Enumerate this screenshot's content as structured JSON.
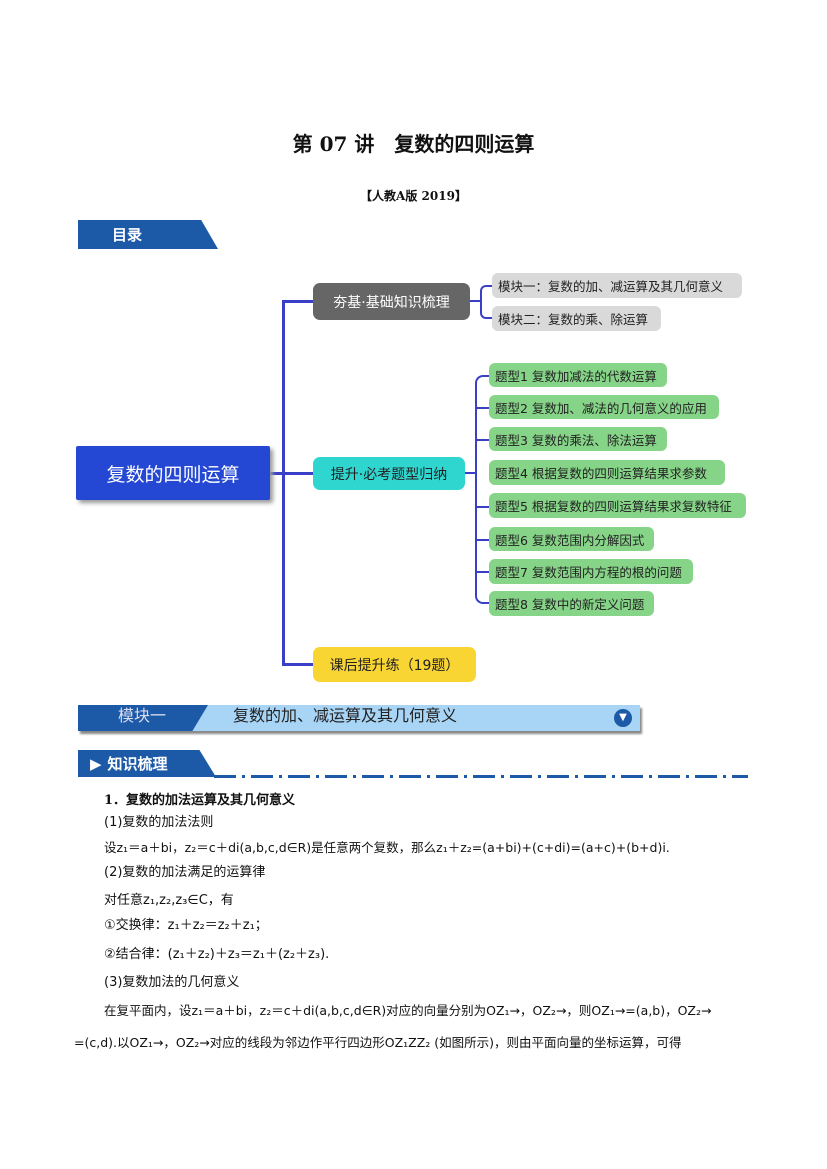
{
  "title": "第 07 讲　复数的四则运算",
  "edition": "【人教A版 2019】",
  "toc_label": "目录",
  "mindmap": {
    "root": "复数的四则运算",
    "branches": [
      {
        "label": "夯基·基础知识梳理",
        "children": [
          "模块一：复数的加、减运算及其几何意义",
          "模块二：复数的乘、除运算"
        ]
      },
      {
        "label": "提升·必考题型归纳",
        "children": [
          "题型1 复数加减法的代数运算",
          "题型2 复数加、减法的几何意义的应用",
          "题型3 复数的乘法、除法运算",
          "题型4 根据复数的四则运算结果求参数",
          "题型5 根据复数的四则运算结果求复数特征",
          "题型6 复数范围内分解因式",
          "题型7 复数范围内方程的根的问题",
          "题型8 复数中的新定义问题"
        ]
      },
      {
        "label": "课后提升练（19题）",
        "children": []
      }
    ]
  },
  "module_bar": {
    "tag": "模块一",
    "title": "复数的加、减运算及其几何意义"
  },
  "section_label": "知识梳理",
  "content": [
    "1．复数的加法运算及其几何意义",
    "(1)复数的加法法则",
    "设z₁＝a＋bi，z₂＝c＋di(a,b,c,d∈R)是任意两个复数，那么z₁＋z₂=(a+bi)+(c+di)=(a+c)+(b+d)i.",
    "(2)复数的加法满足的运算律",
    "对任意z₁,z₂,z₃∈C，有",
    "①交换律：z₁＋z₂＝z₂＋z₁；",
    "②结合律：(z₁＋z₂)＋z₃＝z₁＋(z₂＋z₃).",
    "(3)复数加法的几何意义",
    "在复平面内，设z₁＝a＋bi，z₂＝c＋di(a,b,c,d∈R)对应的向量分别为OZ₁→，OZ₂→，则OZ₁→=(a,b)，OZ₂→",
    "=(c,d).以OZ₁→，OZ₂→对应的线段为邻边作平行四边形OZ₁ZZ₂ (如图所示)，则由平面向量的坐标运算，可得"
  ]
}
